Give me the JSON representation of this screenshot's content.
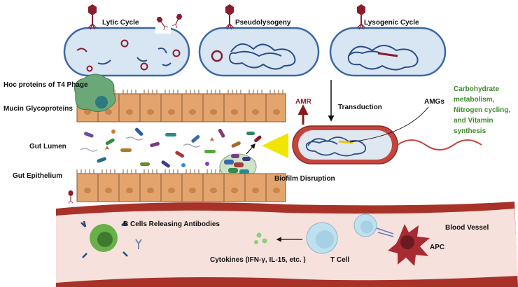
{
  "cycles": {
    "lytic": "Lytic Cycle",
    "pseudolysogeny": "Pseudolysogeny",
    "lysogenic": "Lysogenic Cycle"
  },
  "labels": {
    "hoc_proteins": "Hoc proteins of T4 Phage",
    "mucin": "Mucin Glycoproteins",
    "gut_lumen": "Gut Lumen",
    "gut_epithelium": "Gut Epithelium",
    "biofilm": "Biofilm Disruption",
    "amr": "AMR",
    "transduction": "Transduction",
    "amgs": "AMGs",
    "b_cells": "B Cells Releasing Antibodies",
    "blood_vessel": "Blood Vessel",
    "t_cell": "T Cell",
    "apc": "APC",
    "cytokines": "Cytokines (IFN-γ, IL-15, etc. )"
  },
  "amg_functions": [
    "Carbohydrate",
    "metabolism,",
    "Nitrogen cycling,",
    "and Vitamin",
    "synthesis"
  ],
  "colors": {
    "phage": "#8a1c2b",
    "cell_fill": "#d8e6f4",
    "cell_border": "#3c67a8",
    "dna": "#2b4d8a",
    "epithelium": "#e3a46e",
    "vessel": "#a83227",
    "amg_text": "#3d8a2a",
    "amr_arrow": "#8a1a1a",
    "highlight": "#f2e600"
  }
}
